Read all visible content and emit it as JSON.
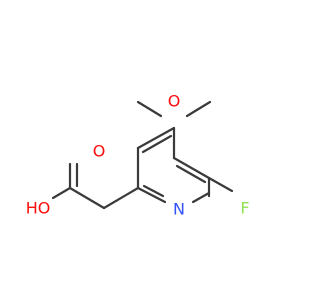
{
  "molecule": {
    "atoms": {
      "methoxy_oxygen": {
        "symbol": "O",
        "color": "#ff0d0d"
      },
      "ring_nitrogen": {
        "symbol": "N",
        "color": "#3050f8"
      },
      "fluorine": {
        "symbol": "F",
        "color": "#90e050"
      },
      "carbonyl_oxygen": {
        "symbol": "O",
        "color": "#ff0d0d"
      },
      "hydroxyl": {
        "symbol": "HO",
        "color": "#ff0d0d"
      }
    },
    "bond_color": "#3a3a3a"
  }
}
